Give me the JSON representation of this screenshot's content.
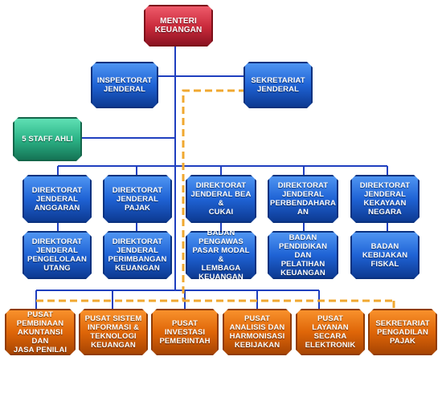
{
  "colors": {
    "root": "#c8293a",
    "directorate": "#1f63d5",
    "staff": "#2cb487",
    "center": "#df6608",
    "solid_line": "#1f3fbf",
    "dashed_line": "#f0a830"
  },
  "org": {
    "root": [
      "MENTERI",
      "KEUANGAN"
    ],
    "inspektorat": [
      "INSPEKTORAT",
      "JENDERAL"
    ],
    "sekretariat": [
      "SEKRETARIAT",
      "JENDERAL"
    ],
    "staff": [
      "5 STAFF AHLI"
    ],
    "row1": [
      [
        "DIREKTORAT",
        "JENDERAL",
        "ANGGARAN"
      ],
      [
        "DIREKTORAT",
        "JENDERAL",
        "PAJAK"
      ],
      [
        "DIREKTORAT",
        "JENDERAL BEA &",
        "CUKAI"
      ],
      [
        "DIREKTORAT",
        "JENDERAL",
        "PERBENDAHARA",
        "AN"
      ],
      [
        "DIREKTORAT",
        "JENDERAL",
        "KEKAYAAN",
        "NEGARA"
      ]
    ],
    "row2": [
      [
        "DIREKTORAT",
        "JENDERAL",
        "PENGELOLAAN",
        "UTANG"
      ],
      [
        "DIREKTORAT",
        "JENDERAL",
        "PERIMBANGAN",
        "KEUANGAN"
      ],
      [
        "BADAN",
        "PENGAWAS",
        "PASAR MODAL &",
        "LEMBAGA",
        "KEUANGAN"
      ],
      [
        "BADAN",
        "PENDIDIKAN DAN",
        "PELATIHAN",
        "KEUANGAN"
      ],
      [
        "BADAN",
        "KEBIJAKAN",
        "FISKAL"
      ]
    ],
    "centers": [
      [
        "PUSAT",
        "PEMBINAAN",
        "AKUNTANSI DAN",
        "JASA PENILAI"
      ],
      [
        "PUSAT SISTEM",
        "INFORMASI &",
        "TEKNOLOGI",
        "KEUANGAN"
      ],
      [
        "PUSAT",
        "INVESTASI",
        "PEMERINTAH"
      ],
      [
        "PUSAT",
        "ANALISIS DAN",
        "HARMONISASI",
        "KEBIJAKAN"
      ],
      [
        "PUSAT",
        "LAYANAN",
        "SECARA",
        "ELEKTRONIK"
      ],
      [
        "SEKRETARIAT",
        "PENGADILAN",
        "PAJAK"
      ]
    ]
  }
}
